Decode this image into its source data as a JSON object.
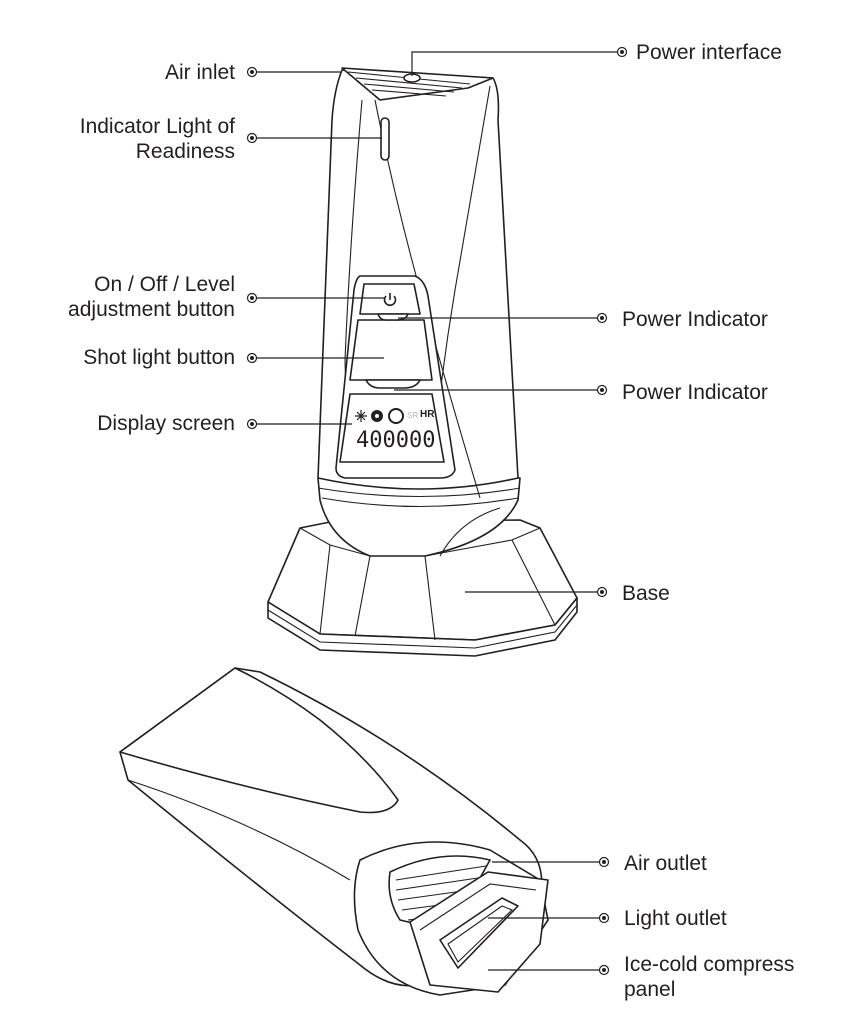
{
  "labels": {
    "air_inlet": "Air inlet",
    "indicator_light_line1": "Indicator Light of",
    "indicator_light_line2": "Readiness",
    "power_interface": "Power interface",
    "onoff_line1": "On / Off / Level",
    "onoff_line2": "adjustment button",
    "shot_light_button": "Shot light button",
    "power_indicator_1": "Power Indicator",
    "power_indicator_2": "Power Indicator",
    "display_screen": "Display screen",
    "base": "Base",
    "air_outlet": "Air outlet",
    "light_outlet": "Light outlet",
    "ice_line1": "Ice-cold compress",
    "ice_line2": "panel"
  },
  "screen": {
    "counter": "400000",
    "mode": "HR",
    "mode_dim": "SR"
  },
  "icons": {
    "power": "power-icon",
    "snowflake": "snowflake-icon",
    "fan": "fan-icon",
    "ring": "circle-icon"
  },
  "colors": {
    "line": "#231f20",
    "background": "#ffffff"
  }
}
